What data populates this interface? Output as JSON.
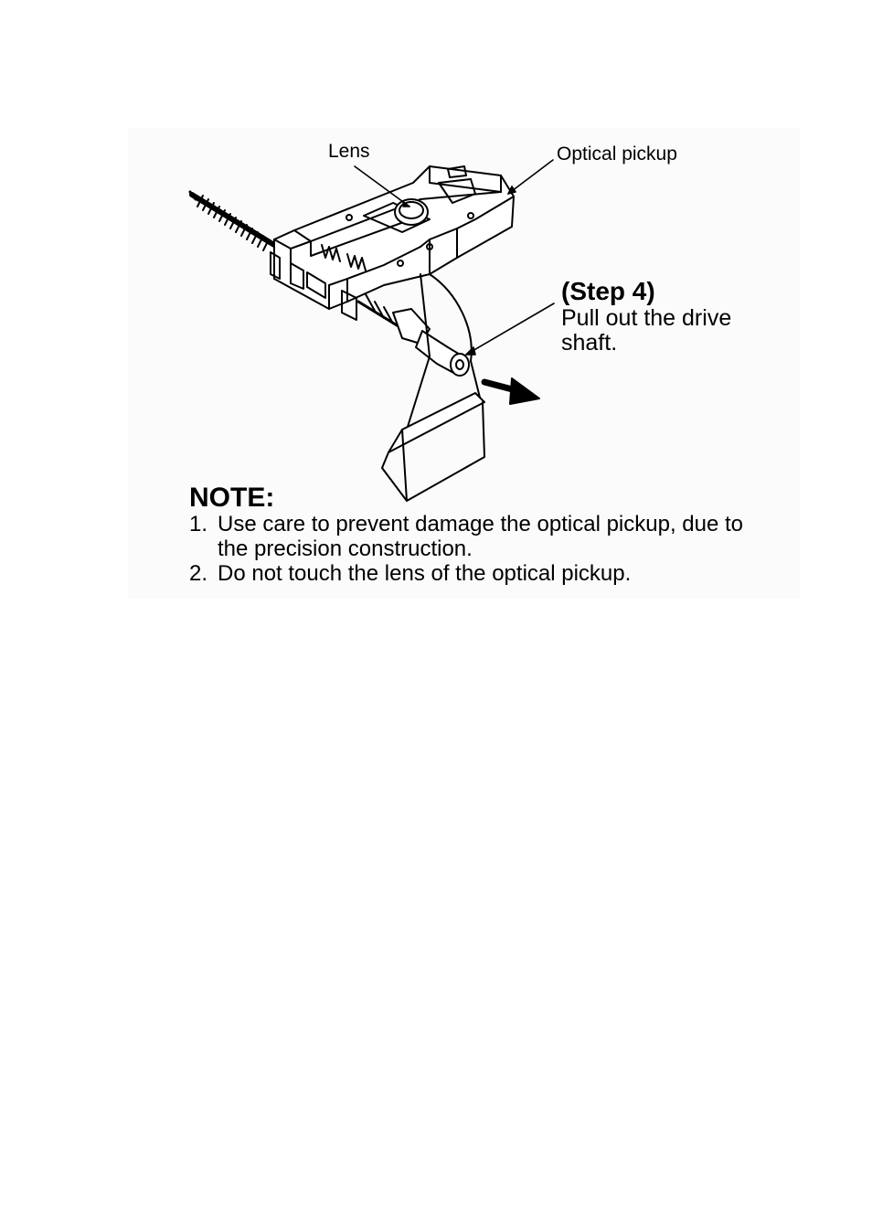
{
  "callouts": {
    "lens": "Lens",
    "optical_pickup": "Optical pickup"
  },
  "step": {
    "title": "(Step 4)",
    "text": "Pull out the drive shaft."
  },
  "note": {
    "title": "NOTE:",
    "items": [
      {
        "num": "1.",
        "text": "Use care to prevent damage the optical pickup, due to the precision construction."
      },
      {
        "num": "2.",
        "text": "Do not touch the lens of the optical pickup."
      }
    ]
  },
  "colors": {
    "line": "#000000",
    "figure_background": "#fbfbfb"
  }
}
